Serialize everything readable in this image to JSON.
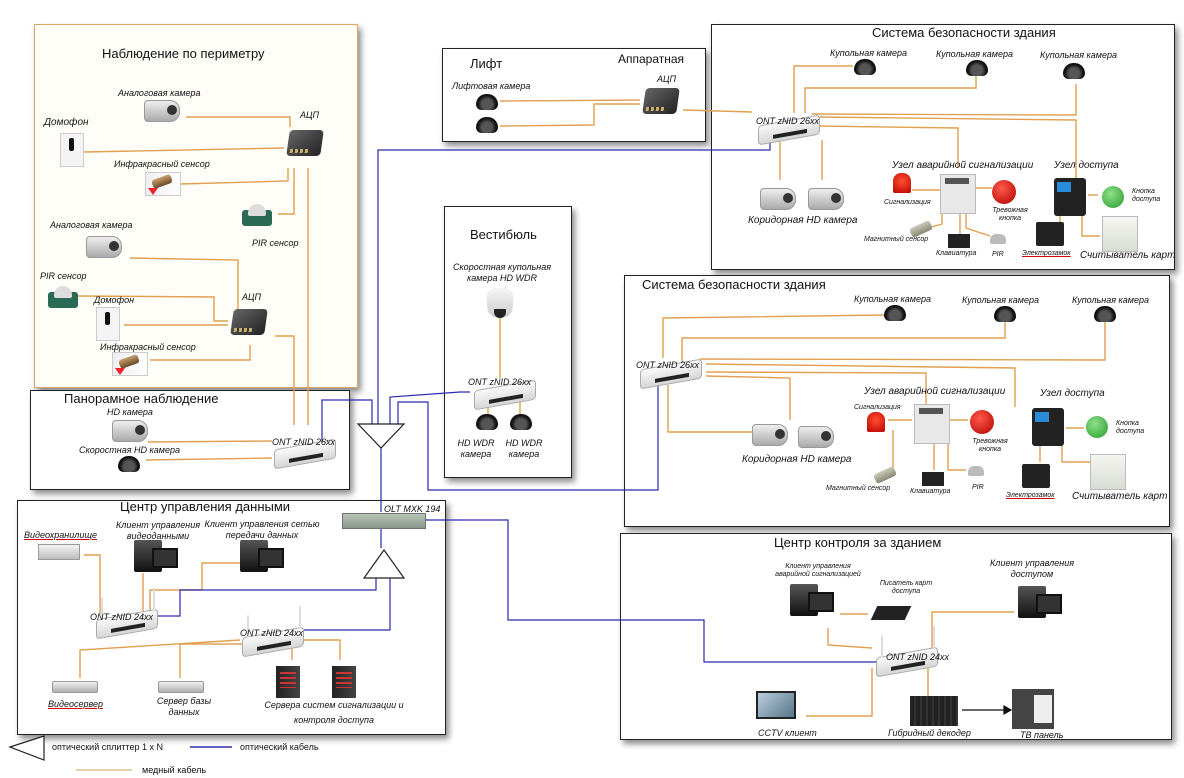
{
  "colors": {
    "optical_cable": "#2a2ab0",
    "copper_cable": "#e0a050",
    "perimeter_border": "#d9a66a"
  },
  "perimeter": {
    "title": "Наблюдение по периметру",
    "analog_camera_1": "Аналоговая камера",
    "intercom_1": "Домофон",
    "adc_1": "АЦП",
    "ir_sensor_1": "Инфракрасный сенсор",
    "pir_1": "PIR сенсор",
    "analog_camera_2": "Аналоговая камера",
    "pir_2": "PIR сенсор",
    "intercom_2": "Домофон",
    "adc_2": "АЦП",
    "ir_sensor_2": "Инфракрасный сенсор"
  },
  "panorama": {
    "title": "Панорамное наблюдение",
    "hd_camera": "HD камера",
    "speed_hd_camera": "Скоростная HD камера",
    "ont": "ONT zNID 26xx"
  },
  "elevator": {
    "title": "Лифт",
    "camera": "Лифтовая камера",
    "hardware_room": "Аппаратная",
    "adc": "АЦП"
  },
  "lobby": {
    "title": "Вестибюль",
    "ptz_camera": "Скоростная купольная камера HD WDR",
    "ont": "ONT zNID 26xx",
    "wdr_camera_1": "HD WDR камера",
    "wdr_camera_2": "HD WDR камера"
  },
  "security_1": {
    "title": "Система безопасности здания",
    "dome_cameras": [
      "Купольная камера",
      "Купольная камера",
      "Купольная камера"
    ],
    "ont": "ONT zNID 26xx",
    "corridor_camera": "Коридорная HD камера",
    "alarm_node": "Узел аварийной сигнализации",
    "siren": "Сигнализация",
    "panic_button": "Тревожная кнопка",
    "magnetic_sensor": "Магнитный сенсор",
    "keypad": "Клавиатура",
    "pir": "PIR",
    "access_node": "Узел доступа",
    "access_button": "Кнопка доступа",
    "electric_lock": "Электрозамок",
    "card_reader": "Считыватель карт"
  },
  "security_2": {
    "title": "Система безопасности здания",
    "dome_cameras": [
      "Купольная камера",
      "Купольная камера",
      "Купольная камера"
    ],
    "ont": "ONT zNID 26xx",
    "corridor_camera": "Коридорная HD камера",
    "alarm_node": "Узел аварийной сигнализации",
    "siren": "Сигнализация",
    "panic_button": "Тревожная кнопка",
    "magnetic_sensor": "Магнитный сенсор",
    "keypad": "Клавиатура",
    "pir": "PIR",
    "access_node": "Узел доступа",
    "access_button": "Кнопка доступа",
    "electric_lock": "Электрозамок",
    "card_reader": "Считыватель карт"
  },
  "data_center": {
    "title": "Центр управления данными",
    "olt": "OLT MXK 194",
    "video_storage": "Видеохранилище",
    "video_client": "Клиент управления видеоданными",
    "network_client": "Клиент управления сетью передачи данных",
    "ont_1": "ONT zNID 24xx",
    "ont_2": "ONT zNID 24xx",
    "video_server": "Видеосервер",
    "db_server": "Сервер базы данных",
    "alarm_servers": "Сервера систем сигнализации и контроля доступа"
  },
  "control_center": {
    "title": "Центр контроля за зданием",
    "alarm_client": "Клиент управления аварийной сигнализацией",
    "card_writer": "Писатель карт доступа",
    "access_client": "Клиент управления доступом",
    "ont": "ONT zNID 24xx",
    "cctv_client": "CCTV клиент",
    "hybrid_decoder": "Гибридный декодер",
    "tv_panel": "ТВ панель"
  },
  "legend": {
    "splitter": "оптический сплиттер 1 x N",
    "optical": "оптический кабель",
    "copper": "медный кабель"
  }
}
